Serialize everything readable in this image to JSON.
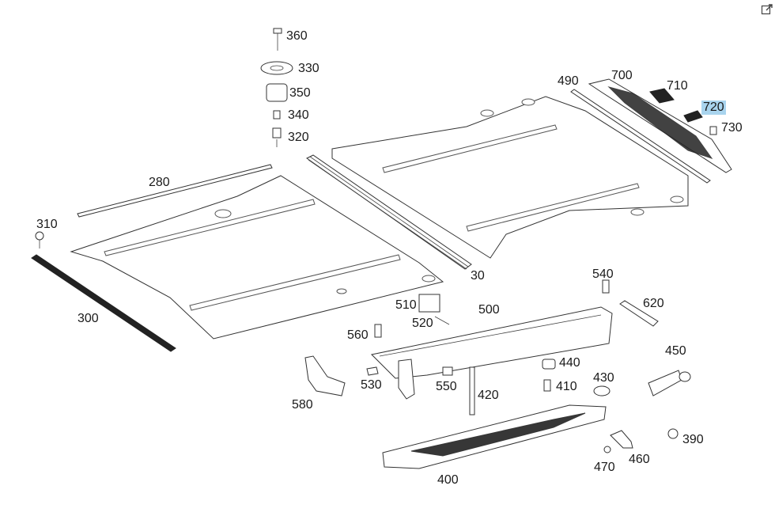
{
  "toolbar": {
    "open_external_icon": "external-link-icon"
  },
  "labels": {
    "p360": "360",
    "p330": "330",
    "p350": "350",
    "p340": "340",
    "p320": "320",
    "p280": "280",
    "p310": "310",
    "p300": "300",
    "p30": "30",
    "p490": "490",
    "p700": "700",
    "p710": "710",
    "p720": "720",
    "p730": "730",
    "p540": "540",
    "p620": "620",
    "p510": "510",
    "p500": "500",
    "p520": "520",
    "p560": "560",
    "p450": "450",
    "p440": "440",
    "p430": "430",
    "p410": "410",
    "p530": "530",
    "p550": "550",
    "p420": "420",
    "p580": "580",
    "p390": "390",
    "p460": "460",
    "p470": "470",
    "p400": "400"
  },
  "highlighted_label": "720",
  "colors": {
    "highlight": "#a9d4ee",
    "line": "#333333"
  }
}
